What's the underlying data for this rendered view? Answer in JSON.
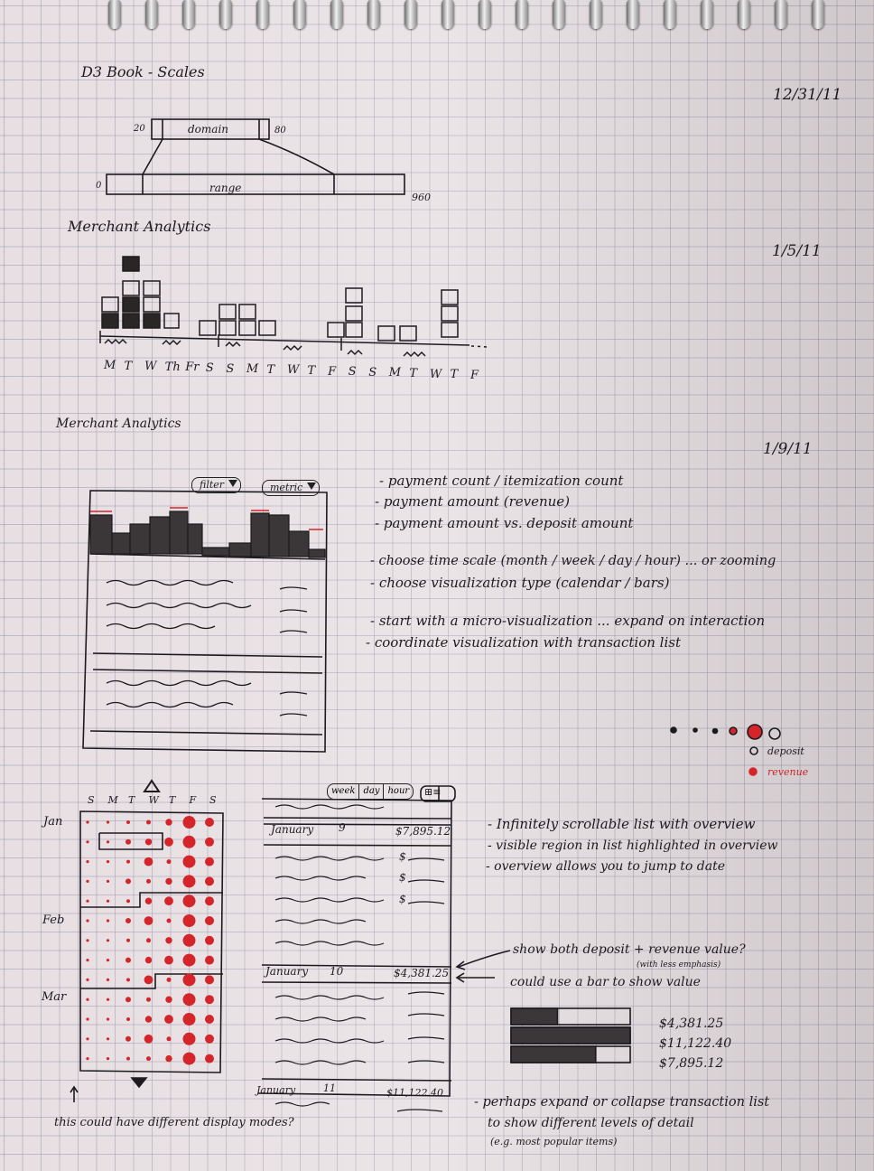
{
  "sketch1": {
    "title": "D3 Book - Scales",
    "date": "12/31/11",
    "domain_label": "domain",
    "domain_min": "20",
    "domain_max": "80",
    "range_label": "range",
    "range_min": "0",
    "range_max": "960"
  },
  "sketch2": {
    "title": "Merchant Analytics",
    "date": "1/5/11",
    "day_labels": [
      "M",
      "T",
      "W",
      "Th",
      "Fr",
      "S",
      "S",
      "M",
      "T",
      "W",
      "T",
      "F",
      "S",
      "S",
      "M",
      "T",
      "W",
      "T",
      "F"
    ]
  },
  "sketch3": {
    "title": "Merchant Analytics",
    "date": "1/9/11",
    "filter_label": "filter",
    "metric_label": "metric",
    "notes": [
      "- payment count / itemization count",
      "- payment amount (revenue)",
      "- payment amount vs. deposit amount",
      "- choose time scale (month / week / day / hour) ... or zooming",
      "- choose visualization type (calendar / bars)",
      "- start with a micro-visualization ... expand on interaction",
      "- coordinate visualization with transaction list"
    ],
    "legend": {
      "deposit": "deposit",
      "revenue": "revenue"
    },
    "colors": {
      "revenue": "#d4262a",
      "ink": "#1d1a1f"
    }
  },
  "sketch4": {
    "calendar_weekdays": [
      "S",
      "M",
      "T",
      "W",
      "T",
      "F",
      "S"
    ],
    "months": [
      "Jan",
      "Feb",
      "Mar"
    ],
    "calendar_caption": "this could have different display modes?",
    "segment_buttons": [
      "week",
      "day",
      "hour"
    ],
    "list_entries": [
      {
        "date": "January",
        "day": "9",
        "amount": "$7,895.12"
      },
      {
        "date": "January",
        "day": "10",
        "amount": "$4,381.25"
      },
      {
        "date": "January",
        "day": "11",
        "amount": "$11,122.40"
      }
    ],
    "dollar_marks": [
      "$",
      "$",
      "$"
    ],
    "notes": [
      "- Infinitely scrollable list with overview",
      "- visible region in list highlighted in overview",
      "- overview allows you to jump to date"
    ],
    "callout_1": "show both deposit + revenue value?",
    "callout_1_sub": "(with less emphasis)",
    "callout_2": "could use a bar to show value",
    "bar_values": [
      {
        "label": "$4,381.25",
        "fill": 0.39
      },
      {
        "label": "$11,122.40",
        "fill": 1.0
      },
      {
        "label": "$7,895.12",
        "fill": 0.71
      }
    ],
    "footer_notes": [
      "- perhaps expand or collapse transaction list",
      "to show different levels of detail",
      "(e.g. most popular items)"
    ]
  }
}
